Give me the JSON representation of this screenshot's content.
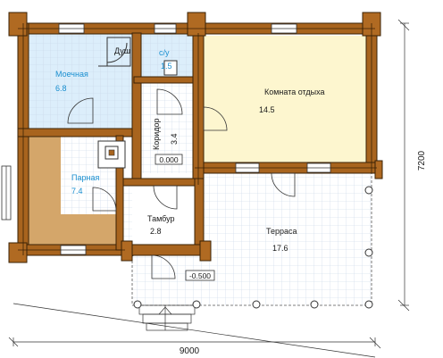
{
  "rooms": {
    "moechnaya": {
      "name": "Моечная",
      "area": "6.8"
    },
    "dush": {
      "name": "Душ"
    },
    "su": {
      "name": "с/у",
      "area": "1.5"
    },
    "koridor": {
      "name": "Коридор",
      "area": "3.4"
    },
    "parnaya": {
      "name": "Парная",
      "area": "7.4"
    },
    "komnata": {
      "name": "Комната отдыха",
      "area": "14.5"
    },
    "tambur": {
      "name": "Тамбур",
      "area": "2.8"
    },
    "terrasa": {
      "name": "Терраса",
      "area": "17.6"
    }
  },
  "levels": {
    "floor": "0.000",
    "terrace": "-0.500"
  },
  "dimensions": {
    "width": "9000",
    "height": "7200"
  },
  "colors": {
    "wall": "#a8641e",
    "wet_room": "#dceefb",
    "sauna": "#e3c08c",
    "rest_room": "#fdf6cf",
    "grid_line": "#c6d6e6",
    "label_blue": "#1a8fd0"
  }
}
